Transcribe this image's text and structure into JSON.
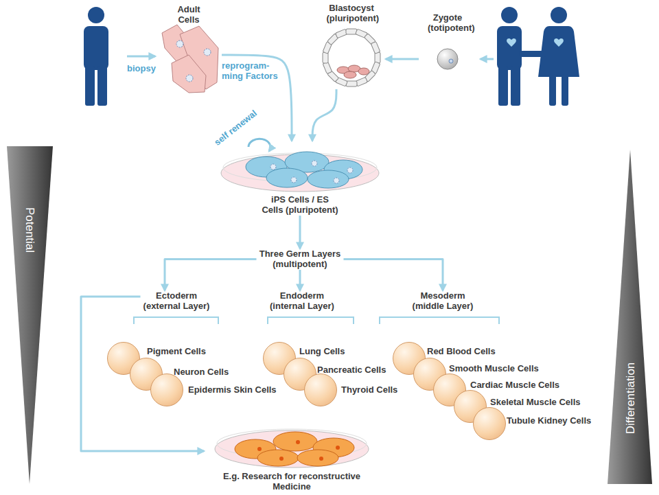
{
  "diagram": {
    "nodes": [
      {
        "text": [
          "Adult Cells"
        ]
      },
      {
        "text": [
          "Blastocyst (pluripotent)"
        ]
      },
      {
        "text": [
          "Zygote (totipotent)"
        ]
      },
      {
        "text": [
          "iPS Cells / ES Cells (pluripotent)"
        ]
      },
      {
        "text": [
          "Three Germ Layers (multipotent)"
        ]
      },
      {
        "text": [
          "Ectoderm (external Layer)"
        ]
      },
      {
        "text": [
          "Endoderm (internal Layer)"
        ]
      },
      {
        "text": [
          "Mesoderm (middle Layer)"
        ]
      },
      {
        "text": [
          "Pigment Cells"
        ]
      },
      {
        "text": [
          "Neuron Cells"
        ]
      },
      {
        "text": [
          "Epidermis Skin Cells"
        ]
      },
      {
        "text": [
          "Lung Cells"
        ]
      },
      {
        "text": [
          "Pancreatic Cells"
        ]
      },
      {
        "text": [
          "Thyroid Cells"
        ]
      },
      {
        "text": [
          "Red Blood Cells"
        ]
      },
      {
        "text": [
          "Smooth Muscle Cells"
        ]
      },
      {
        "text": [
          "Cardiac Muscle Cells"
        ]
      },
      {
        "text": [
          "Skeletal Muscle Cells"
        ]
      },
      {
        "text": [
          "Tubule Kidney Cells"
        ]
      },
      {
        "text": [
          "E.g. Research for reconstructive Medicine"
        ]
      }
    ],
    "edges": [
      {
        "from": 0,
        "to": 3,
        "arrow": "to",
        "label": "reprogram- ming Factors"
      },
      {
        "from": 1,
        "to": 3,
        "arrow": "to"
      },
      {
        "from": 2,
        "to": 1,
        "arrow": "to"
      },
      {
        "from": 3,
        "to": 4,
        "arrow": "to"
      },
      {
        "from": 4,
        "to": 5,
        "arrow": "to"
      },
      {
        "from": 4,
        "to": 6,
        "arrow": "to"
      },
      {
        "from": 4,
        "to": 7,
        "arrow": "to"
      },
      {
        "from": 5,
        "to": 19,
        "arrow": "to"
      }
    ],
    "labels": [
      "biopsy",
      "self renewal",
      "Potential",
      "Differentiation"
    ]
  }
}
